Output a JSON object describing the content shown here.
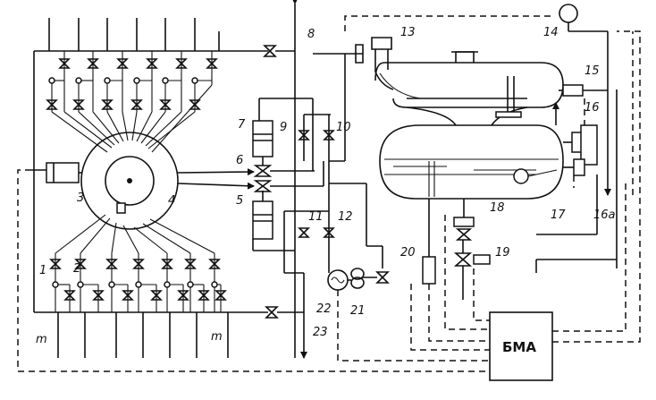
{
  "labels": {
    "l1": "1",
    "l2": "2",
    "l3": "3",
    "l4": "4",
    "l5": "5",
    "l6": "6",
    "l7": "7",
    "l8": "8",
    "l9": "9",
    "l10": "10",
    "l11": "11",
    "l12": "12",
    "l13": "13",
    "l14": "14",
    "l15": "15",
    "l16": "16",
    "l16a": "16а",
    "l17": "17",
    "l18": "18",
    "l19": "19",
    "l20": "20",
    "l21": "21",
    "l22": "22",
    "l23": "23",
    "m_left": "m",
    "m_right": "m"
  },
  "control_block": "БМА"
}
